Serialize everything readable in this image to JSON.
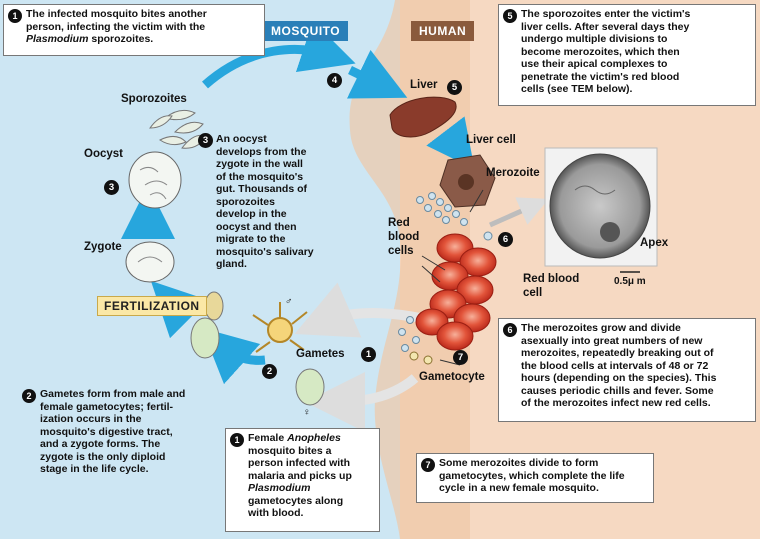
{
  "headers": {
    "mosquito": "MOSQUITO",
    "human": "HUMAN"
  },
  "fertilization": "FERTILIZATION",
  "labels": {
    "sporozoites": "Sporozoites",
    "oocyst": "Oocyst",
    "zygote": "Zygote",
    "gametes": "Gametes",
    "liver": "Liver",
    "liver_cell": "Liver cell",
    "merozoite": "Merozoite",
    "red_blood_cells_line1": "Red",
    "red_blood_cells_line2": "blood",
    "red_blood_cells_line3": "cells",
    "gametocyte": "Gametocyte",
    "apex": "Apex",
    "red_blood_cell_line1": "Red blood",
    "red_blood_cell_line2": "cell",
    "scale": "0.5μ m",
    "male_symbol": "♂",
    "female_symbol": "♀"
  },
  "steps": {
    "s1a": {
      "num": "1",
      "l1": "The infected mosquito bites another",
      "l2": "person, infecting the victim with the",
      "l3_em": "Plasmodium",
      "l3_rest": " sporozoites."
    },
    "s1b": {
      "num": "1",
      "l1_pre": "Female ",
      "l1_em": "Anopheles",
      "l2": "mosquito bites a",
      "l3": "person infected with",
      "l4": "malaria and picks up",
      "l5_em": "Plasmodium",
      "l6": "gametocytes along",
      "l7": "with blood."
    },
    "s2": {
      "num": "2",
      "l1": "Gametes form from male and",
      "l2": "female gametocytes; fertil-",
      "l3": "ization occurs in the",
      "l4": "mosquito's digestive tract,",
      "l5": "and a zygote forms. The",
      "l6": "zygote is the only diploid",
      "l7": "stage in the life cycle."
    },
    "s3": {
      "num": "3",
      "l1": "An oocyst",
      "l2": "develops from the",
      "l3": "zygote in the wall",
      "l4": "of the mosquito's",
      "l5": "gut. Thousands of",
      "l6": "sporozoites",
      "l7": "develop in the",
      "l8": "oocyst and then",
      "l9": "migrate to the",
      "l10": "mosquito's salivary",
      "l11": "gland."
    },
    "s5": {
      "num": "5",
      "l1": "The sporozoites enter the victim's",
      "l2": "liver cells. After several days they",
      "l3": "undergo multiple divisions to",
      "l4": "become merozoites, which then",
      "l5": "use their apical complexes to",
      "l6": "penetrate the victim's red blood",
      "l7": "cells (see TEM below)."
    },
    "s6": {
      "num": "6",
      "l1": "The merozoites grow and divide",
      "l2": "asexually into great numbers of new",
      "l3": "merozoites, repeatedly breaking out of",
      "l4": "the blood cells at intervals of 48 or 72",
      "l5": "hours (depending on the species). This",
      "l6": "causes periodic chills and fever. Some",
      "l7": "of the merozoites infect new red cells."
    },
    "s7": {
      "num": "7",
      "l1": "Some merozoites divide to form",
      "l2": "gametocytes, which complete the life",
      "l3": "cycle in a new female mosquito."
    }
  },
  "markers": {
    "m1": "1",
    "m2": "2",
    "m3": "3",
    "m3b": "3",
    "m4": "4",
    "m5": "5",
    "m6": "6",
    "m7": "7"
  },
  "colors": {
    "mosquito_bg": "#cde6f3",
    "human_bg": "#f6d9c2",
    "arrow": "#27a6dd",
    "mosquito_header": "#2a7fb8",
    "human_header": "#8a5a3c"
  }
}
